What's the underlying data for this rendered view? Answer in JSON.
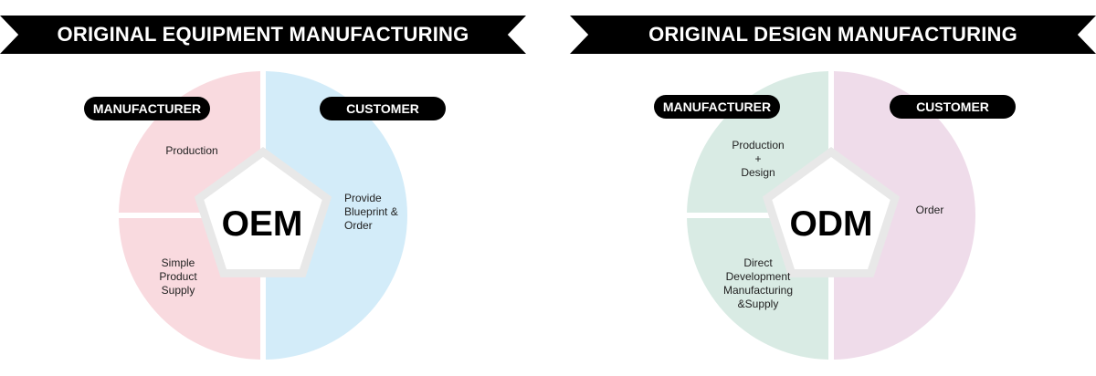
{
  "oem": {
    "title": "ORIGINAL EQUIPMENT MANUFACTURING",
    "center": "OEM",
    "manufacturer_label": "MANUFACTURER",
    "customer_label": "CUSTOMER",
    "segment_top_left": "Production",
    "segment_bottom_left": "Simple\nProduct\nSupply",
    "segment_right": "Provide\nBlueprint &\nOrder"
  },
  "odm": {
    "title": "ORIGINAL DESIGN MANUFACTURING",
    "center": "ODM",
    "manufacturer_label": "MANUFACTURER",
    "customer_label": "CUSTOMER",
    "segment_top_left": "Production\n+\nDesign",
    "segment_bottom_left": "Direct\nDevelopment\nManufacturing\n&Supply",
    "segment_right": "Order"
  },
  "colors": {
    "oem_left": "#f9dadf",
    "oem_right": "#d3ecf9",
    "odm_left": "#d9ebe4",
    "odm_right": "#efdcea",
    "pentagon_ring": "#e8e8e8"
  }
}
